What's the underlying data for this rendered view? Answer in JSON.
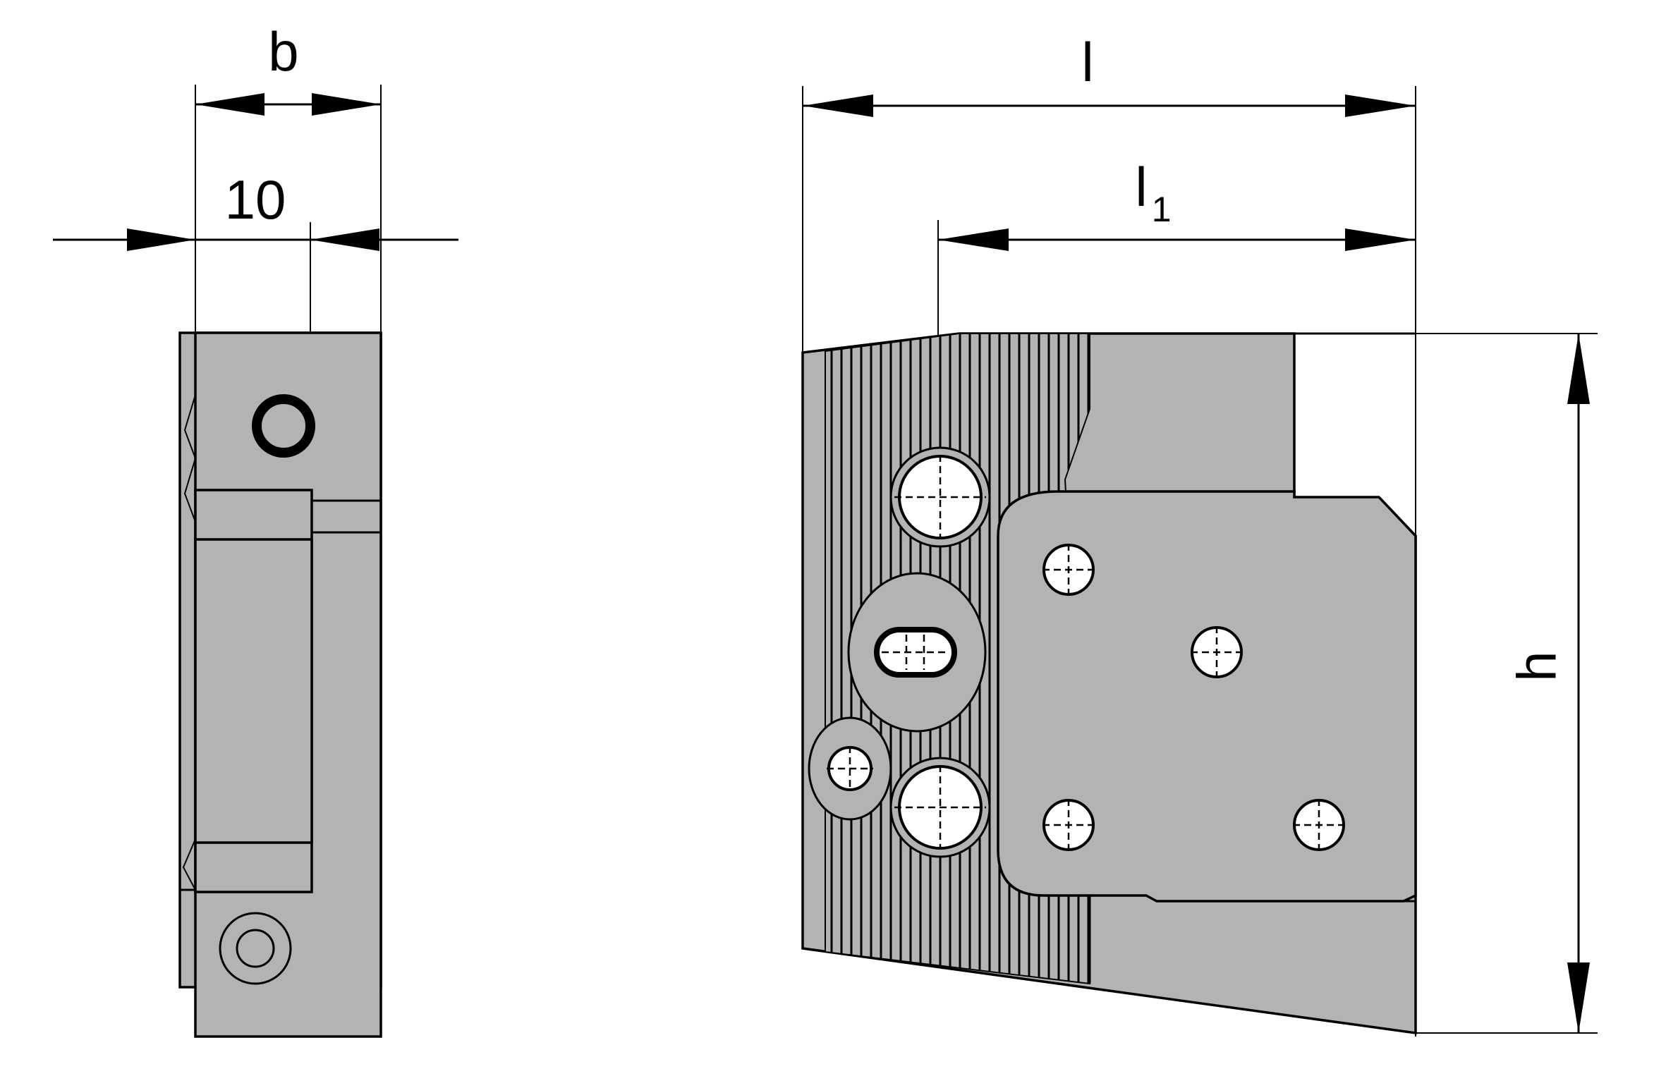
{
  "dimensions": {
    "b": "b",
    "ten": "10",
    "l": "l",
    "l1_main": "l",
    "l1_sub": "1",
    "h": "h"
  },
  "colors": {
    "body_fill": "#b3b3b3",
    "line": "#000000",
    "hole": "#ffffff"
  }
}
